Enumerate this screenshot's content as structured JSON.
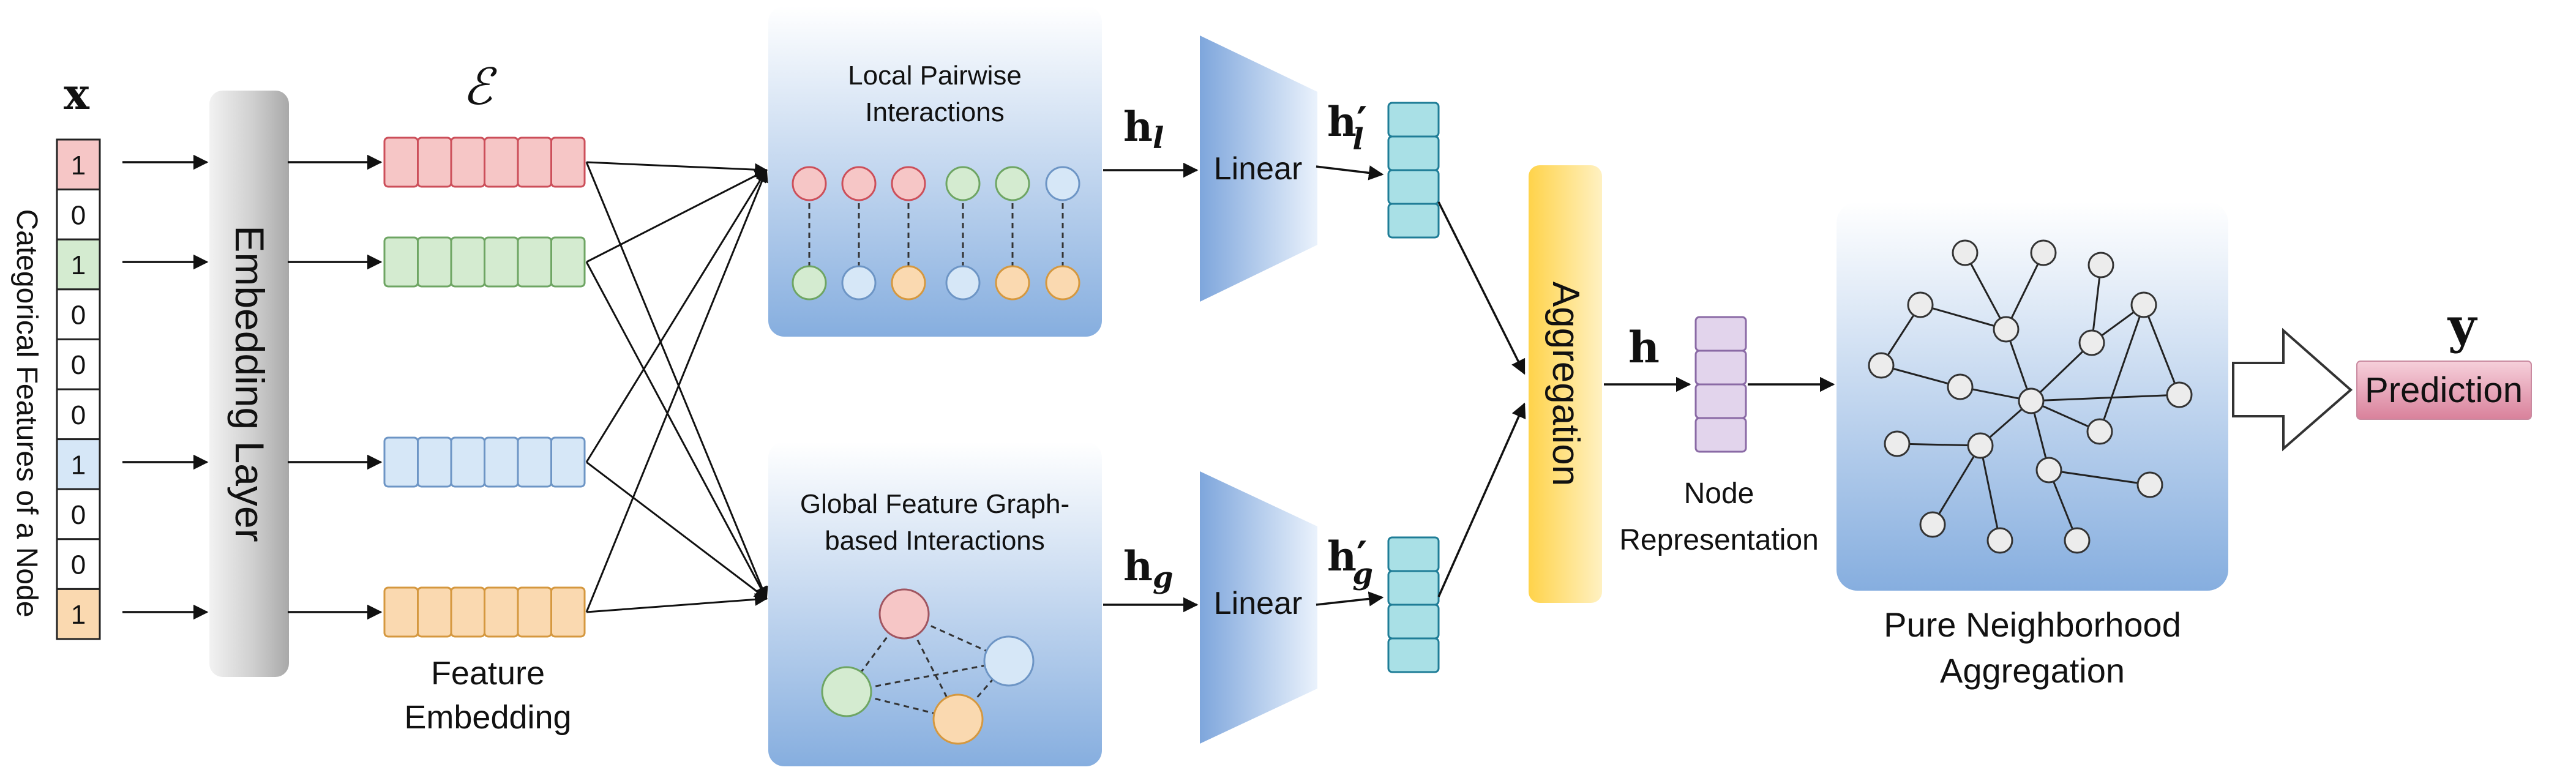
{
  "input": {
    "symbol": "x",
    "side_label": "Categorical Features of a Node",
    "cells": [
      "1",
      "0",
      "1",
      "0",
      "0",
      "0",
      "1",
      "0",
      "0",
      "1"
    ]
  },
  "embedding_layer": {
    "label": "Embedding  Layer"
  },
  "feature_embedding": {
    "symbol": "ℰ",
    "caption_line1": "Feature",
    "caption_line2": "Embedding"
  },
  "local_block": {
    "title_line1": "Local Pairwise",
    "title_line2": "Interactions"
  },
  "global_block": {
    "title_line1": "Global Feature Graph-",
    "title_line2": "based Interactions"
  },
  "symbols": {
    "h_l": "h",
    "h_l_sub": "l",
    "h_g": "h",
    "h_g_sub": "g",
    "h_l_prime": "h′",
    "h_l_prime_sub": "l",
    "h_g_prime": "h′",
    "h_g_prime_sub": "g",
    "h": "h",
    "y": "y"
  },
  "linear_top": {
    "label": "Linear"
  },
  "linear_bottom": {
    "label": "Linear"
  },
  "aggregation": {
    "label": "Aggregation"
  },
  "node_representation": {
    "line1": "Node",
    "line2": "Representation"
  },
  "neighborhood": {
    "line1": "Pure Neighborhood",
    "line2": "Aggregation"
  },
  "prediction": {
    "label": "Prediction"
  },
  "colors": {
    "pink": "#f6c6c6",
    "pink_stroke": "#cc4f5a",
    "green": "#d4ebd0",
    "green_stroke": "#6ea563",
    "blue": "#d6e7f7",
    "blue_stroke": "#6d95c5",
    "orange": "#fad9b0",
    "orange_stroke": "#d5983f",
    "teal": "#a9e0e6",
    "teal_stroke": "#1f7d97",
    "purple": "#e2d4ec",
    "purple_stroke": "#8a6aa5",
    "prediction_fill": "#de8aa2"
  }
}
